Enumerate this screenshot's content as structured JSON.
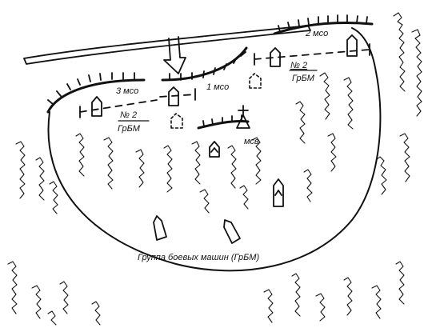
{
  "labels": {
    "company_2": "2 мсо",
    "company_3": "3 мсо",
    "company_1": "1 мсо",
    "group_2_right_number": "№ 2",
    "group_2_right_abbr": "ГрБМ",
    "group_2_left_number": "№ 2",
    "group_2_left_abbr": "ГрБМ",
    "command_post": "мсв",
    "caption": "Группа боевых машин (ГрБМ)"
  },
  "colors": {
    "ink": "#111111",
    "background": "#ffffff"
  }
}
